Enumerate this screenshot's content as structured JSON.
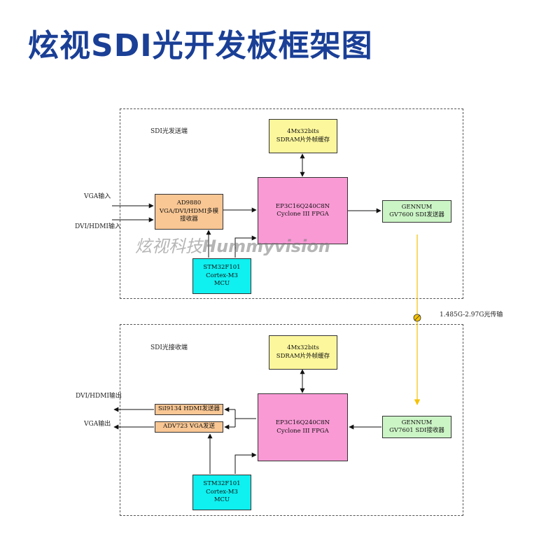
{
  "title": "炫视SDI光开发板框架图",
  "watermark": {
    "cn": "炫视科技",
    "en": "Hummyvision"
  },
  "tx": {
    "section_label": "SDI光发送端",
    "sdram": {
      "line1": "4Mx32bits",
      "line2": "SDRAM片外帧缓存"
    },
    "fpga": {
      "line1": "EP3C16Q240C8N",
      "line2": "Cyclone III FPGA"
    },
    "receiver": {
      "line1": "AD9880",
      "line2": "VGA/DVI/HDMI多模",
      "line3": "接收器"
    },
    "mcu": {
      "line1": "STM32F101",
      "line2": "Cortex-M3",
      "line3": "MCU"
    },
    "gennum": {
      "line1": "GENNUM",
      "line2": "GV7600 SDI发送器"
    },
    "input_vga": "VGA输入",
    "input_dvi": "DVI/HDMI输入"
  },
  "link_label": "1.485G-2.97G光传输",
  "rx": {
    "section_label": "SDI光接收端",
    "sdram": {
      "line1": "4Mx32bits",
      "line2": "SDRAM片外帧缓存"
    },
    "fpga": {
      "line1": "EP3C16Q240C8N",
      "line2": "Cyclone III FPGA"
    },
    "hdmi_tx": "SiI9134 HDMI发送器",
    "vga_tx": "ADV723 VGA发送",
    "mcu": {
      "line1": "STM32F101",
      "line2": "Cortex-M3",
      "line3": "MCU"
    },
    "gennum": {
      "line1": "GENNUM",
      "line2": "GV7601 SDI接收器"
    },
    "output_dvi": "DVI/HDMI输出",
    "output_vga": "VGA输出"
  },
  "colors": {
    "title": "#1a3f96",
    "sdram": "#fcf79c",
    "io_chip": "#f9c794",
    "fpga": "#f99ad5",
    "gennum": "#ccf5c6",
    "mcu": "#0ff0f0",
    "optical_link": "#f5c200"
  }
}
